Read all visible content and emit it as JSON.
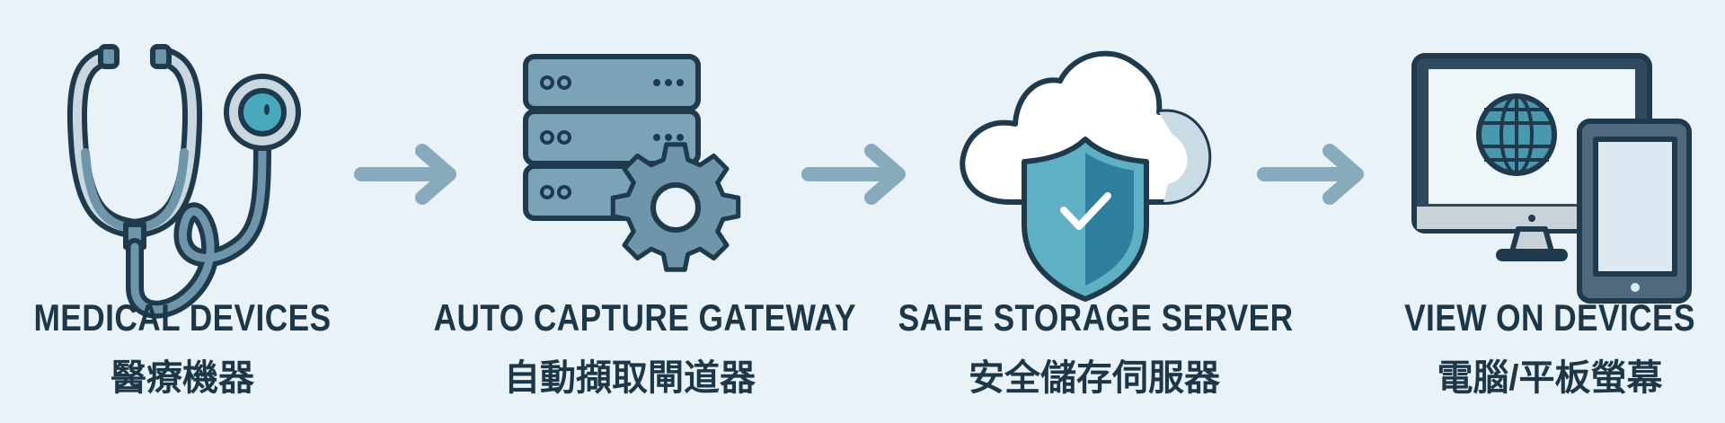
{
  "steps": [
    {
      "icon": "stethoscope-icon",
      "title": "MEDICAL DEVICES",
      "subtitle": "醫療機器"
    },
    {
      "icon": "server-gear-icon",
      "title": "AUTO CAPTURE GATEWAY",
      "subtitle": "自動擷取閘道器"
    },
    {
      "icon": "cloud-shield-icon",
      "title": "SAFE STORAGE SERVER",
      "subtitle": "安全儲存伺服器"
    },
    {
      "icon": "monitor-tablet-icon",
      "title": "VIEW ON DEVICES",
      "subtitle": "電腦/平板螢幕"
    }
  ],
  "colors": {
    "background": "#e9f2f6",
    "outline": "#1e3a4c",
    "fill": "#6f95aa",
    "arrow": "#87abbd",
    "accent": "#4aa0b5"
  }
}
